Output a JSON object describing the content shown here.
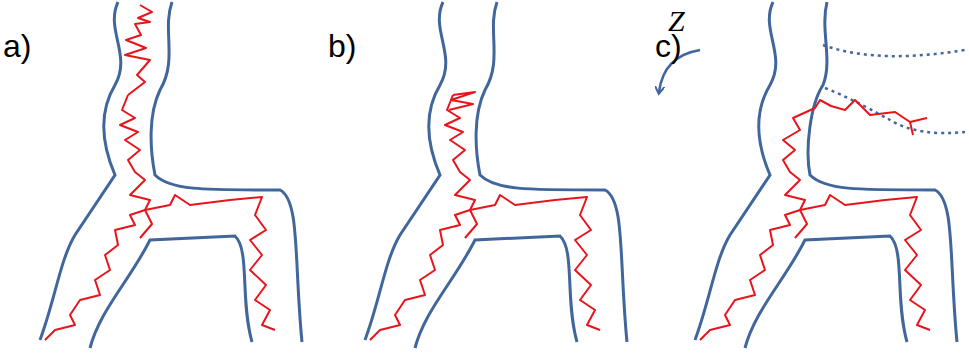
{
  "diagram": {
    "labels": [
      "a)",
      "b)",
      "c)",
      "Z"
    ]
  }
}
